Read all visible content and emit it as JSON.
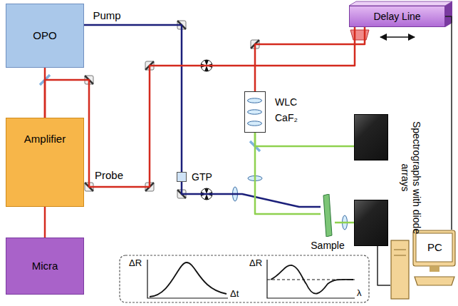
{
  "diagram": {
    "nodes": [
      {
        "text": [
          "OPO"
        ]
      },
      {
        "text": [
          "Delay Line"
        ]
      },
      {
        "text": [
          "Amplifier"
        ]
      },
      {
        "text": [
          "GTP"
        ]
      },
      {
        "text": [
          "WLC",
          "CaF₂"
        ]
      },
      {
        "text": [
          "Spectrographs with diode arrays"
        ]
      },
      {
        "text": [
          "Sample"
        ]
      },
      {
        "text": [
          "Micra"
        ]
      },
      {
        "text": [
          "PC"
        ]
      }
    ],
    "edges": [
      {
        "from": 0,
        "to": 3,
        "label": "Pump",
        "arrow": "none"
      },
      {
        "from": 3,
        "to": 6,
        "arrow": "none"
      },
      {
        "from": 2,
        "to": 0,
        "arrow": "none"
      },
      {
        "from": 7,
        "to": 2,
        "arrow": "none"
      },
      {
        "from": 2,
        "to": 1,
        "label": "Probe",
        "arrow": "none"
      },
      {
        "from": 1,
        "to": 4,
        "arrow": "none"
      },
      {
        "from": 4,
        "to": 6,
        "arrow": "none"
      },
      {
        "from": 4,
        "to": 5,
        "arrow": "none"
      },
      {
        "from": 6,
        "to": 5,
        "arrow": "none"
      },
      {
        "from": 5,
        "to": 8,
        "arrow": "none"
      },
      {
        "from": 1,
        "to": 8,
        "arrow": "none"
      }
    ],
    "labels": [
      "ΔR",
      "Δt",
      "ΔR",
      "λ"
    ]
  }
}
